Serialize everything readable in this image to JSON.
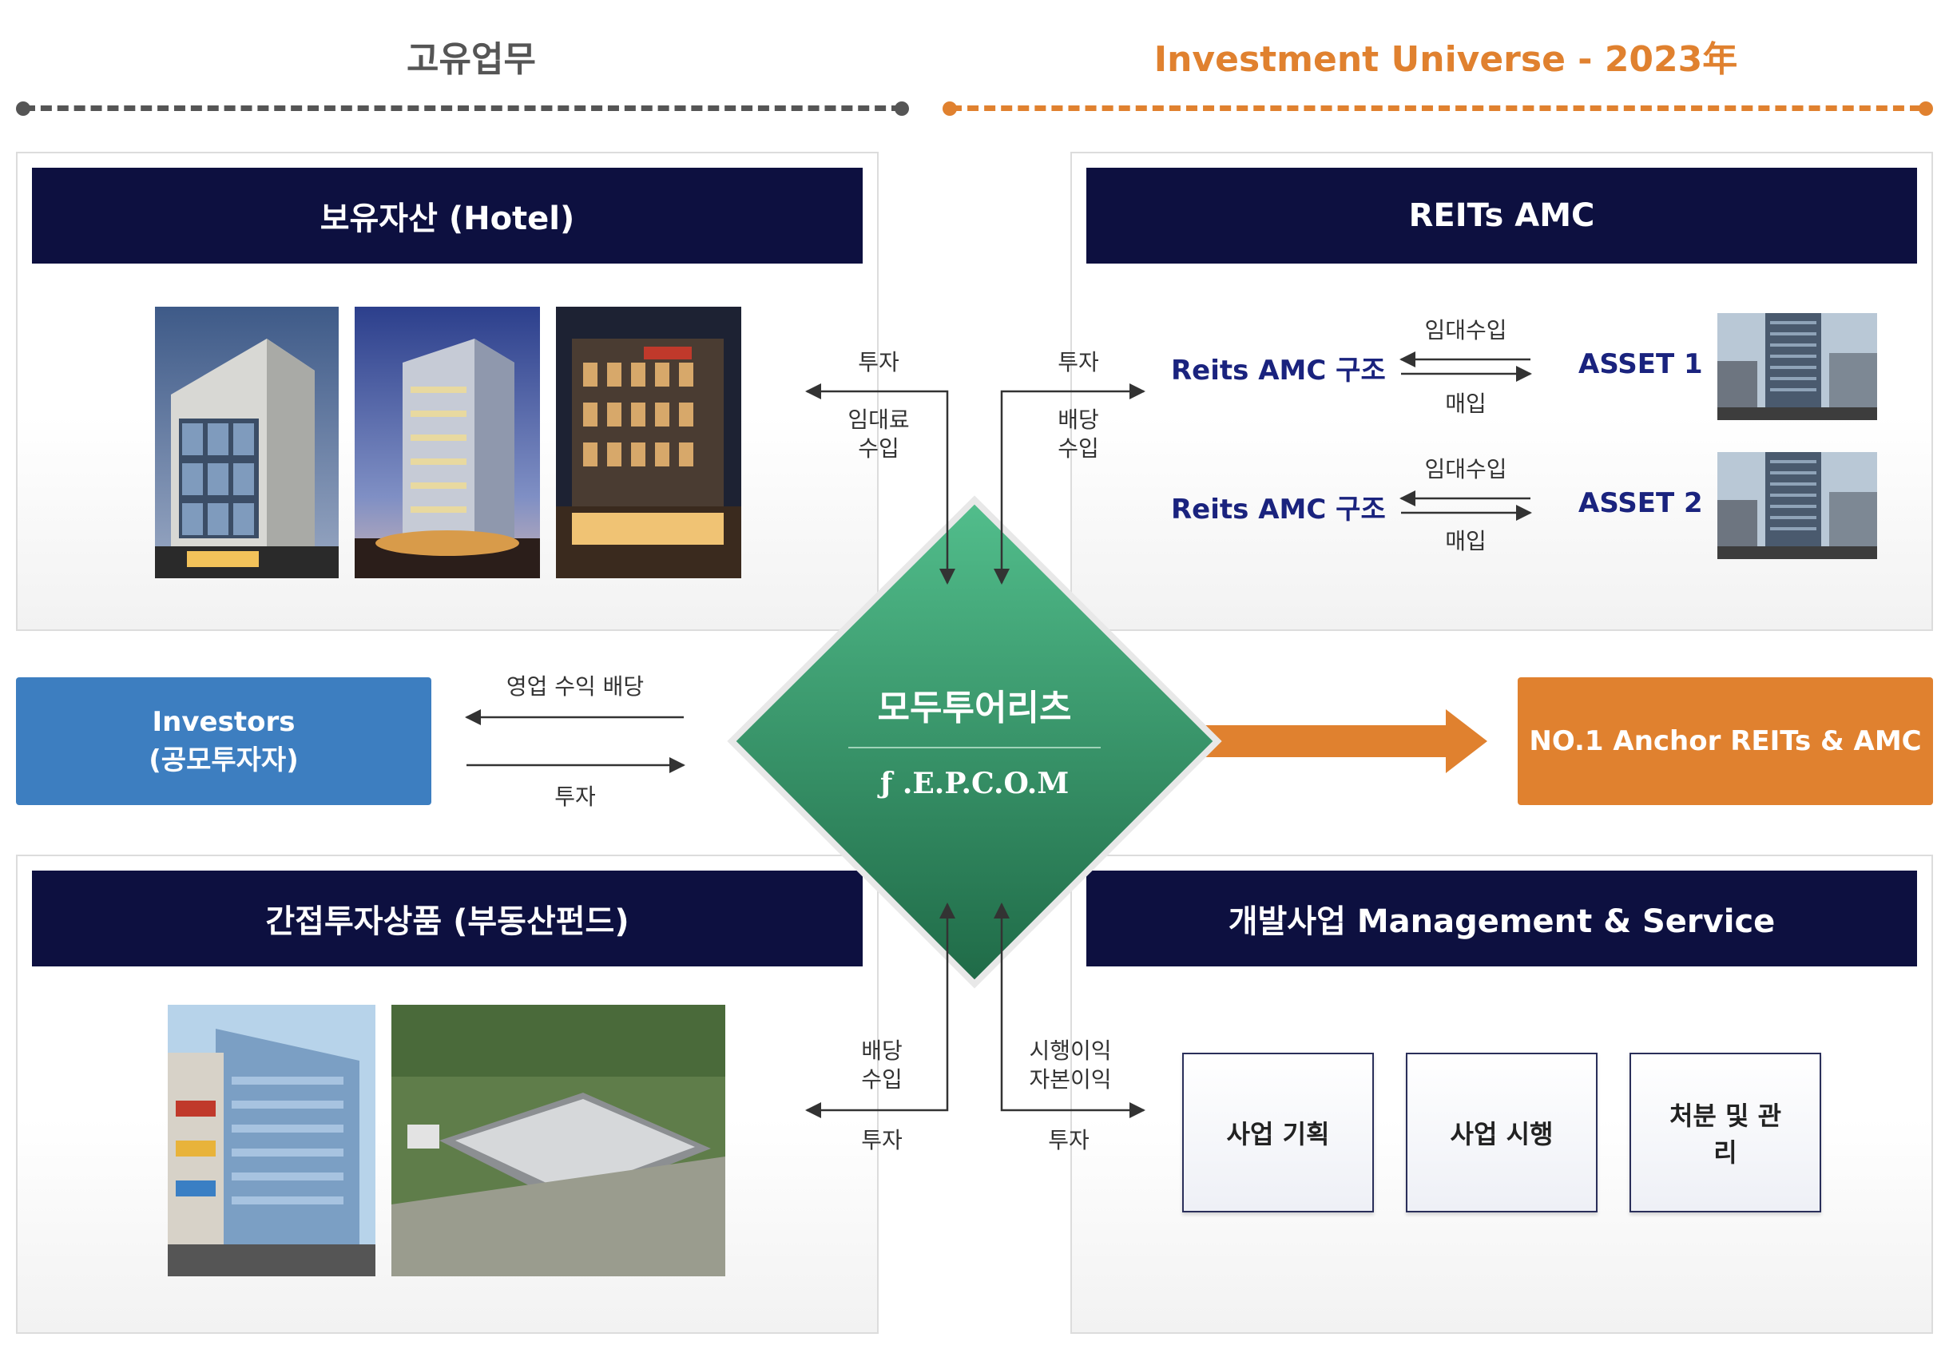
{
  "headers": {
    "left": "고유업무",
    "right": "Investment Universe - 2023年"
  },
  "colors": {
    "navy": "#0d1040",
    "orange": "#e0812f",
    "blue": "#3d7ec0",
    "green_top": "#52be8c",
    "green_bottom": "#1f6a47",
    "gray": "#555555"
  },
  "hotel": {
    "title": "보유자산 (Hotel)"
  },
  "reits": {
    "title": "REITs AMC",
    "rows": [
      {
        "name": "Reits AMC 구조",
        "top_label": "임대수입",
        "bottom_label": "매입",
        "asset": "ASSET 1"
      },
      {
        "name": "Reits AMC 구조",
        "top_label": "임대수입",
        "bottom_label": "매입",
        "asset": "ASSET 2"
      }
    ]
  },
  "fund": {
    "title": "간접투자상품 (부동산펀드)"
  },
  "dev": {
    "title": "개발사업 Management & Service",
    "boxes": [
      "사업 기획",
      "사업 시행",
      "처분 및 관리"
    ]
  },
  "center": {
    "title": "모두투어리츠",
    "subtitle": "ƒ .E.P.C.O.M"
  },
  "investors": {
    "line1": "Investors",
    "line2": "(공모투자자)",
    "top_label": "영업 수익 배당",
    "bottom_label": "투자"
  },
  "goal": {
    "label": "NO.1 Anchor REITs & AMC"
  },
  "flows": {
    "tl_top": "투자",
    "tl_bottom1": "임대료",
    "tl_bottom2": "수입",
    "tr_top": "투자",
    "tr_bottom1": "배당",
    "tr_bottom2": "수입",
    "bl_top1": "배당",
    "bl_top2": "수입",
    "bl_bottom": "투자",
    "br_top1": "시행이익",
    "br_top2": "자본이익",
    "br_bottom": "투자"
  }
}
